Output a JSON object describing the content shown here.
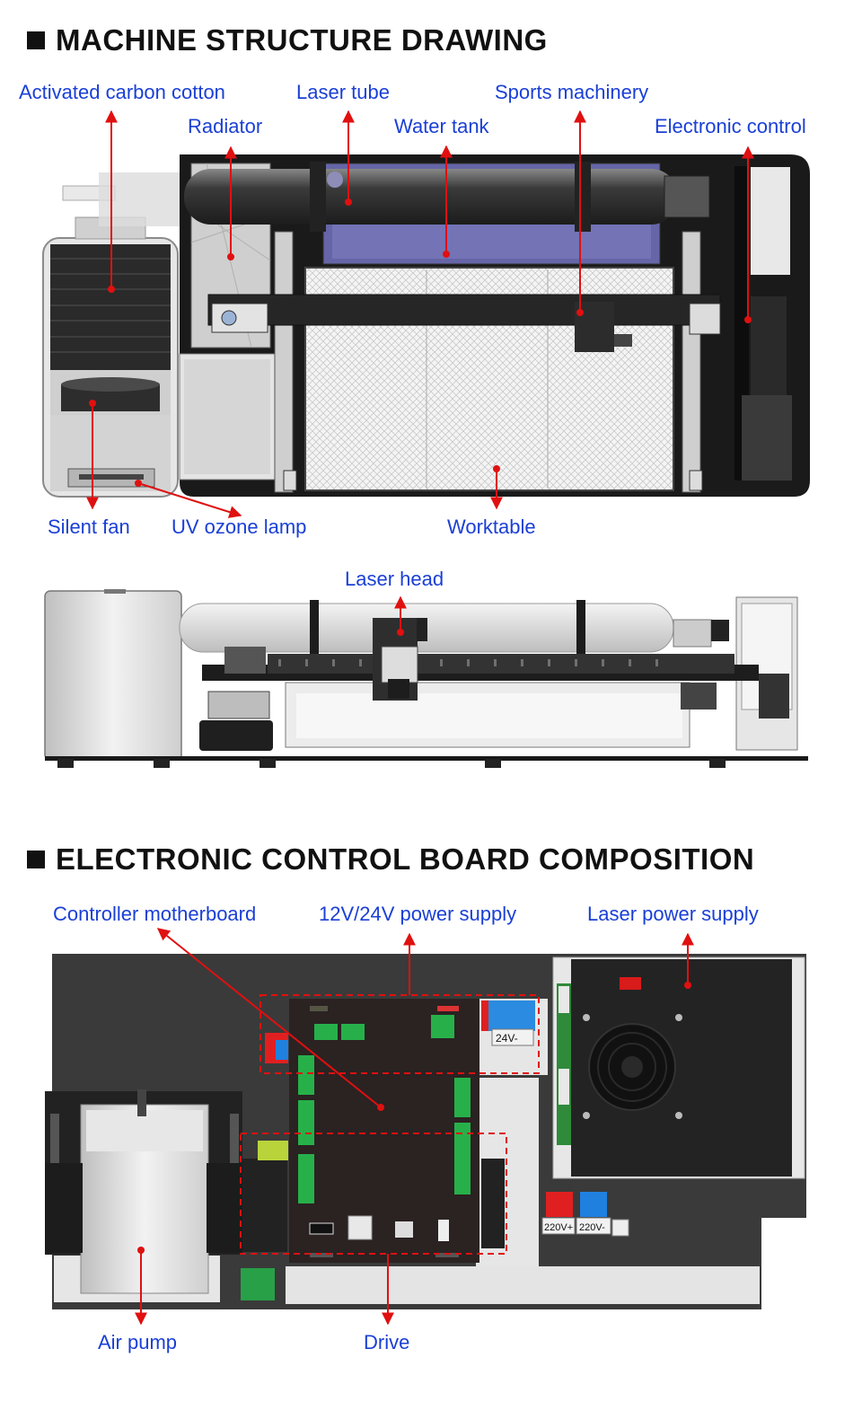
{
  "section1": {
    "title": "MACHINE STRUCTURE DRAWING"
  },
  "section2": {
    "title": "ELECTRONIC CONTROL BOARD COMPOSITION"
  },
  "labels_top": {
    "activated_carbon": "Activated carbon cotton",
    "laser_tube": "Laser tube",
    "sports_machinery": "Sports machinery",
    "radiator": "Radiator",
    "water_tank": "Water tank",
    "electronic_control": "Electronic control",
    "silent_fan": "Silent fan",
    "uv_lamp": "UV ozone lamp",
    "worktable": "Worktable"
  },
  "labels_side": {
    "laser_head": "Laser head"
  },
  "labels_board": {
    "controller": "Controller motherboard",
    "power_12_24": "12V/24V power supply",
    "laser_power": "Laser power supply",
    "air_pump": "Air pump",
    "drive": "Drive"
  },
  "terminals": {
    "v24_minus": "24V-",
    "v220_plus": "220V+",
    "v220_minus": "220V-"
  },
  "colors": {
    "label": "#1a3fd6",
    "arrow": "#e01010",
    "heading": "#111111",
    "frame": "#1a1a1a"
  }
}
